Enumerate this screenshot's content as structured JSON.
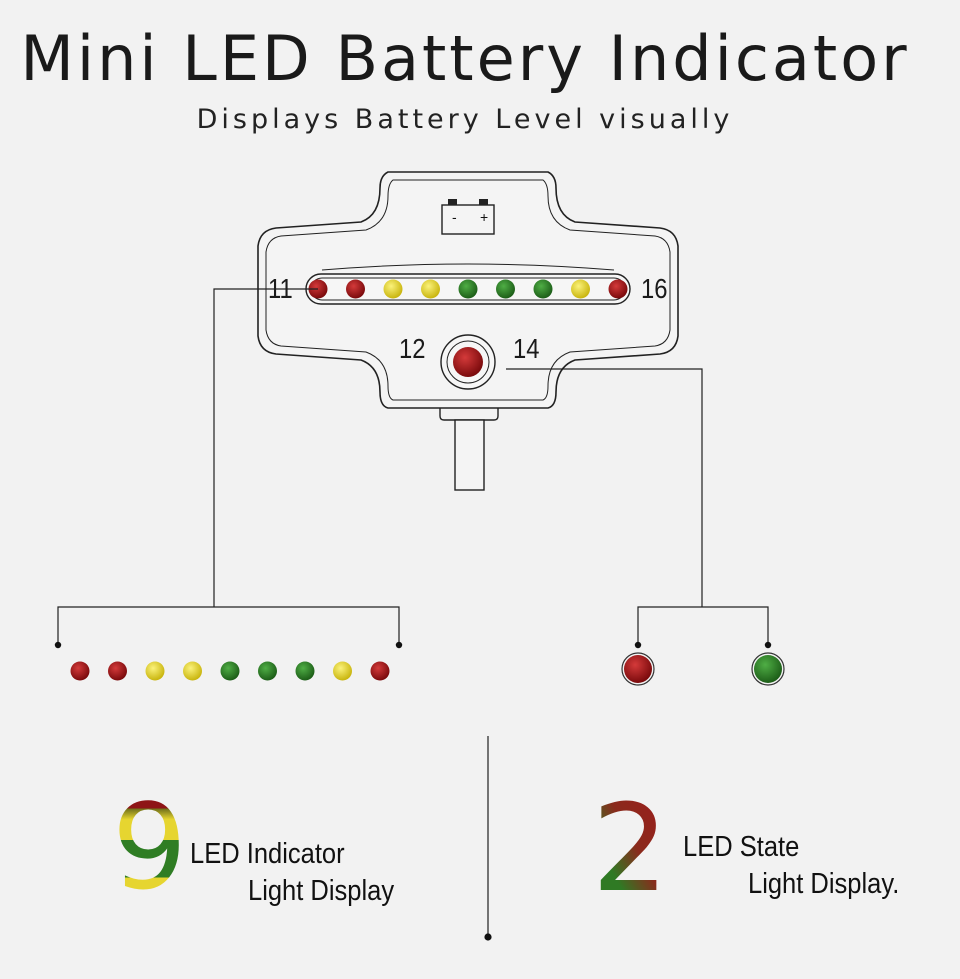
{
  "header": {
    "title": "Mini LED Battery Indicator",
    "subtitle": "Displays Battery Level visually"
  },
  "device": {
    "terminal_minus": "-",
    "terminal_plus": "+",
    "pin_left": "11",
    "pin_right": "16",
    "pin_button_left": "12",
    "pin_button_right": "14",
    "bar_leds": [
      "#9c0d10",
      "#9c0d10",
      "#e4d52a",
      "#e4d52a",
      "#2a7a24",
      "#2a7a24",
      "#2a7a24",
      "#e4d52a",
      "#9c0d10"
    ],
    "button_color": "#9c0d10"
  },
  "legend": {
    "indicator_leds": [
      "#9c0d10",
      "#9c0d10",
      "#e4d52a",
      "#e4d52a",
      "#2a7a24",
      "#2a7a24",
      "#2a7a24",
      "#e4d52a",
      "#9c0d10"
    ],
    "state_leds": [
      "#a80c10",
      "#2f8a22"
    ]
  },
  "captions": {
    "left_number": "9",
    "left_line1": "LED Indicator",
    "left_line2": "Light Display",
    "right_number": "2",
    "right_line1": "LED State",
    "right_line2": "Light Display."
  },
  "colors": {
    "red": "#9c0d10",
    "yellow": "#e4d52a",
    "green": "#2a7a24"
  }
}
